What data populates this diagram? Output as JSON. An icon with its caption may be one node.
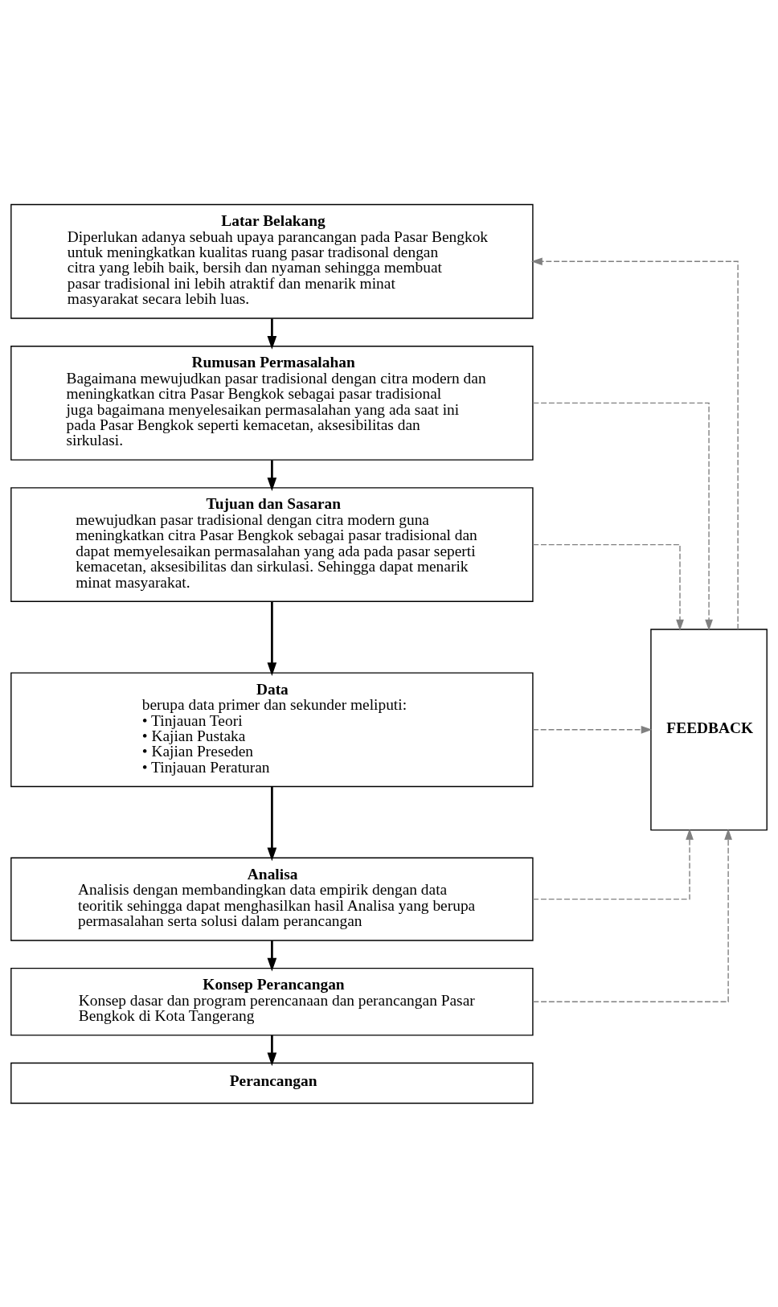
{
  "diagram": {
    "nodes": [
      {
        "text": [
          "Latar Belakang",
          "Diperlukan adanya sebuah upaya parancangan pada Pasar Bengkok untuk meningkatkan kualitas ruang pasar tradisonal dengan citra yang lebih baik, bersih dan nyaman sehingga membuat pasar tradisional ini lebih atraktif dan menarik minat masyarakat secara lebih luas."
        ]
      },
      {
        "text": [
          "Rumusan Permasalahan",
          "Bagaimana mewujudkan pasar tradisional dengan citra modern dan meningkatkan citra Pasar Bengkok sebagai pasar tradisional juga bagaimana menyelesaikan permasalahan yang ada saat ini pada Pasar Bengkok seperti kemacetan, aksesibilitas dan sirkulasi."
        ]
      },
      {
        "text": [
          "Tujuan dan Sasaran",
          "mewujudkan pasar tradisional dengan citra modern guna meningkatkan citra Pasar Bengkok sebagai pasar tradisional dan dapat memyelesaikan permasalahan yang ada pada pasar seperti kemacetan, aksesibilitas dan sirkulasi. Sehingga dapat menarik minat masyarakat."
        ]
      },
      {
        "text": [
          "Data",
          "berupa data primer dan sekunder meliputi:",
          "• Tinjauan Teori",
          "• Kajian Pustaka",
          "• Kajian Preseden",
          "• Tinjauan Peraturan"
        ]
      },
      {
        "text": [
          "Analisa",
          "Analisis dengan membandingkan data empirik dengan data teoritik sehingga dapat menghasilkan hasil Analisa yang berupa permasalahan serta solusi dalam perancangan"
        ]
      },
      {
        "text": [
          "Konsep Perancangan",
          "Konsep dasar dan program perencanaan dan perancangan Pasar Bengkok di Kota Tangerang"
        ]
      },
      {
        "text": [
          "Perancangan"
        ]
      },
      {
        "text": [
          "FEEDBACK"
        ]
      }
    ],
    "edges": [
      {
        "from": 0,
        "to": 1,
        "arrow": "to"
      },
      {
        "from": 1,
        "to": 2,
        "arrow": "to"
      },
      {
        "from": 2,
        "to": 3,
        "arrow": "to"
      },
      {
        "from": 3,
        "to": 4,
        "arrow": "to"
      },
      {
        "from": 4,
        "to": 5,
        "arrow": "to"
      },
      {
        "from": 5,
        "to": 6,
        "arrow": "to"
      },
      {
        "from": 1,
        "to": 7,
        "arrow": "to",
        "style": "dashed",
        "color": "#808080"
      },
      {
        "from": 2,
        "to": 7,
        "arrow": "to",
        "style": "dashed",
        "color": "#808080"
      },
      {
        "from": 3,
        "to": 7,
        "arrow": "to",
        "style": "dashed",
        "color": "#808080"
      },
      {
        "from": 4,
        "to": 7,
        "arrow": "to",
        "style": "dashed",
        "color": "#808080"
      },
      {
        "from": 5,
        "to": 7,
        "arrow": "to",
        "style": "dashed",
        "color": "#808080"
      },
      {
        "from": 7,
        "to": 0,
        "arrow": "to",
        "style": "dashed",
        "color": "#808080"
      }
    ]
  }
}
